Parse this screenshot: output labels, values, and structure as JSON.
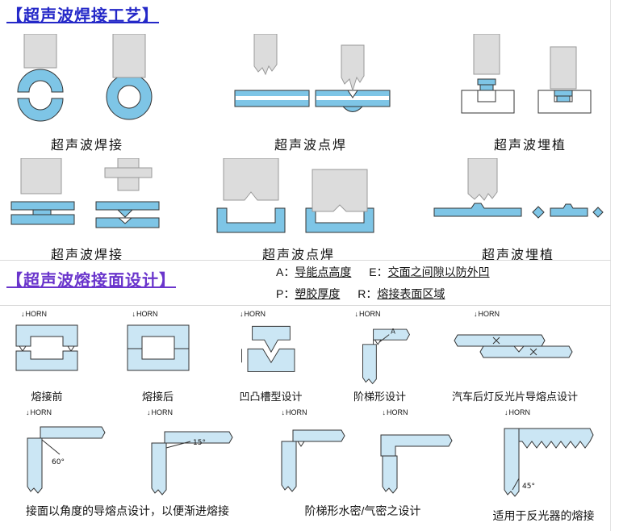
{
  "colors": {
    "title_blue": "#2428c8",
    "title_purple": "#6a35cc",
    "part_blue": "#7ec5e6",
    "part_gray": "#dcdcdc",
    "design_blue": "#cbe6f4"
  },
  "section_process": {
    "title": "【超声波焊接工艺】",
    "row1_labels": [
      "超声波焊接",
      "超声波点焊",
      "超声波埋植"
    ],
    "row2_labels": [
      "超声波焊接",
      "超声波点焊",
      "超声波埋植"
    ]
  },
  "section_design": {
    "title": "【超声波熔接面设计】",
    "legend": [
      {
        "key": "A：",
        "label": "导能点高度"
      },
      {
        "key": "E：",
        "label": "交面之间隙以防外凹"
      },
      {
        "key": "P：",
        "label": "塑胶厚度"
      },
      {
        "key": "R：",
        "label": "熔接表面区域"
      }
    ],
    "horn_arrow": "↓",
    "horn_label": "HORN",
    "row1_captions": [
      "熔接前",
      "熔接后",
      "凹凸槽型设计",
      "阶梯形设计",
      "汽车后灯反光片导熔点设计"
    ],
    "row2_captions": [
      "接面以角度的导熔点设计，以便渐进熔接",
      "阶梯形水密/气密之设计",
      "适用于反光器的熔接"
    ],
    "annotations": {
      "step": "A",
      "angle1": "60°",
      "angle2": "15°",
      "angle3": "45°"
    }
  }
}
